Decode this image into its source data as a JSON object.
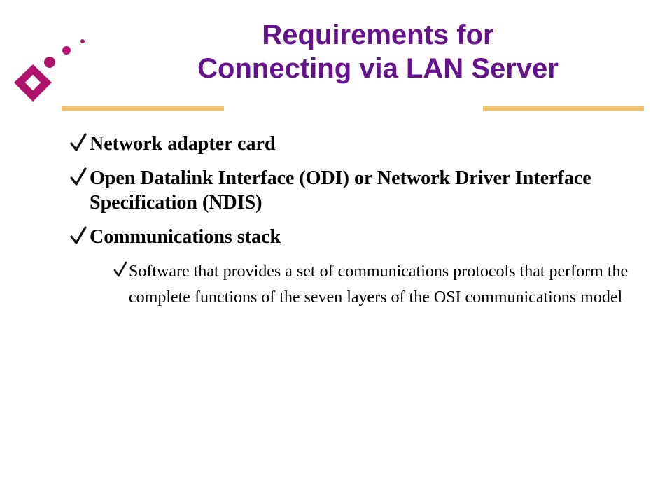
{
  "slide": {
    "title_line1": "Requirements for",
    "title_line2": "Connecting via LAN Server",
    "bullets": [
      "Network adapter card",
      "Open Datalink Interface (ODI) or Network Driver Interface Specification (NDIS)",
      "Communications stack"
    ],
    "sub_bullets": [
      "Software that provides a set of communications protocols that perform the complete functions of the seven layers of the OSI communications model"
    ]
  },
  "colors": {
    "title": "#66128c",
    "accent_magenta": "#b0136a",
    "rule_gold": "#f3c26a",
    "check": "#111111"
  },
  "icons": {
    "logo": "diamond-dots-logo-icon",
    "bullet": "checkmark-icon"
  }
}
